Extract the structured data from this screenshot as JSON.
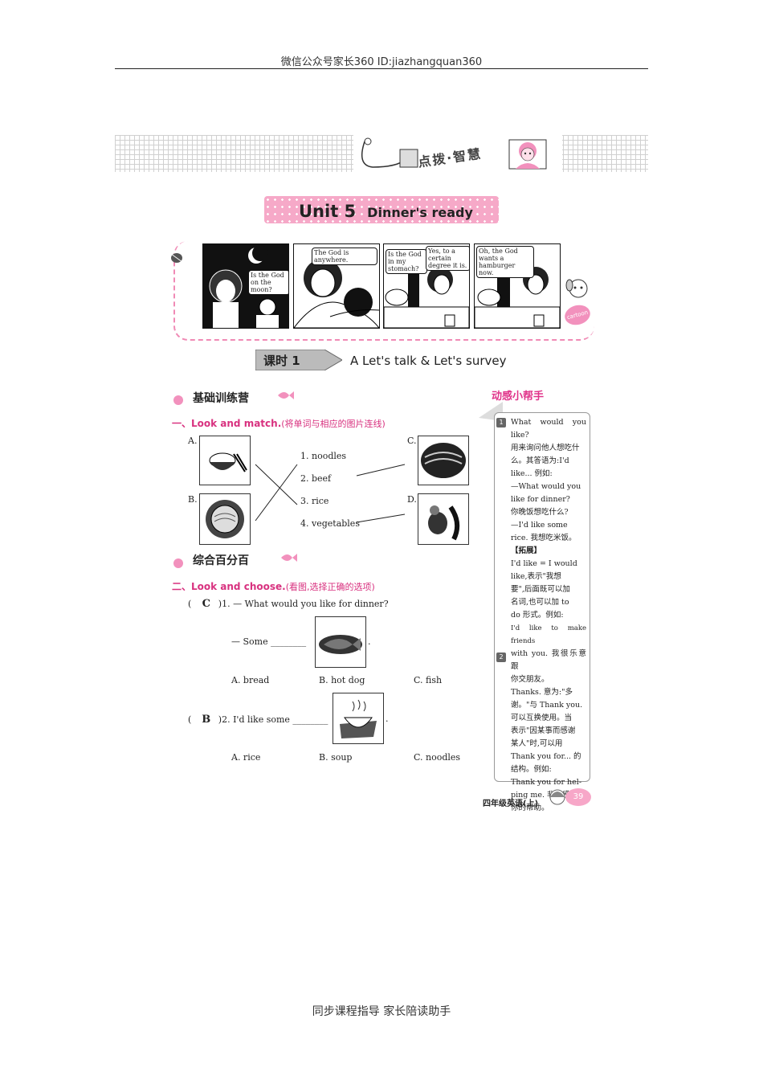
{
  "header": {
    "text": "微信公众号家长360 ID:jiazhangquan360"
  },
  "banner": {
    "title": "点拨·智慧"
  },
  "unit": {
    "number": "Unit 5",
    "title": "Dinner's ready"
  },
  "comic": {
    "bubbles": [
      "Is the God on the moon?",
      "The God is anywhere.",
      "Is the God in my stomach?",
      "Yes, to a certain degree it is.",
      "Oh, the God wants a hamburger now."
    ],
    "badge": "cartoon"
  },
  "lesson": {
    "tab": "课时 1",
    "title": "A   Let's talk & Let's survey"
  },
  "section1": {
    "title": "基础训练营"
  },
  "q1": {
    "heading_en": "一、Look and match.",
    "heading_zh": "(将单词与相应的图片连线)",
    "labels": [
      "A.",
      "B.",
      "C.",
      "D."
    ],
    "words": [
      "1. noodles",
      "2. beef",
      "3. rice",
      "4. vegetables"
    ]
  },
  "section2": {
    "title": "综合百分百"
  },
  "q2": {
    "heading_en": "二、Look and choose.",
    "heading_zh": "(看图,选择正确的选项)",
    "items": [
      {
        "paren_open": "(",
        "answer": "C",
        "stem": ")1. — What would you like for dinner?",
        "line2": "— Some ________",
        "dot": ".",
        "options": [
          "A. bread",
          "B. hot dog",
          "C. fish"
        ]
      },
      {
        "paren_open": "(",
        "answer": "B",
        "stem": ")2. I'd like some ________",
        "dot": ".",
        "options": [
          "A. rice",
          "B. soup",
          "C. noodles"
        ]
      }
    ]
  },
  "sidebar": {
    "title": "动感小帮手",
    "n1": "1",
    "n2": "2",
    "lines": [
      "What would you like?",
      "用来询问他人想吃什",
      "么。其答语为:I'd",
      "like... 例如:",
      "—What would you",
      "like for dinner?",
      "你晚饭想吃什么?",
      "—I'd like some",
      "rice. 我想吃米饭。",
      "【拓展】",
      "I'd like = I would",
      "like,表示\"我想",
      "要\",后面既可以加",
      "名词,也可以加 to",
      "do 形式。例如:",
      "I'd like to make friends",
      "with you. 我很乐意跟",
      "你交朋友。",
      "Thanks. 意为:\"多",
      "谢。\"与 Thank you.",
      "可以互换使用。当",
      "表示\"因某事而感谢",
      "某人\"时,可以用",
      "Thank you for... 的",
      "结构。例如:",
      "Thank you for hel-",
      "ping me. 非常感谢",
      "你的帮助。"
    ]
  },
  "page_footer": {
    "book": "四年级英语(上)",
    "page": "39"
  },
  "footer": {
    "text": "同步课程指导 家长陪读助手"
  }
}
